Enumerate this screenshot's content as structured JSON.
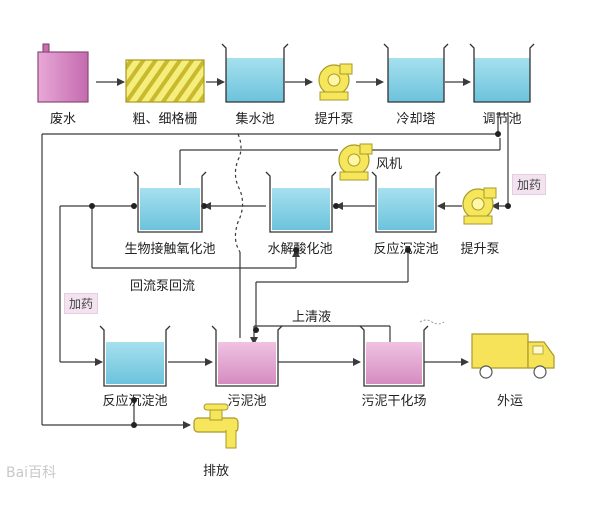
{
  "labels": {
    "waste_water": "废水",
    "screen": "粗、细格栅",
    "collect_tank": "集水池",
    "lift_pump_1": "提升泵",
    "cooling_tower": "冷却塔",
    "regulating_tank": "调节池",
    "blower": "风机",
    "add_chem_1": "加药",
    "bio_contact_tank": "生物接触氧化池",
    "hydrolysis_tank": "水解酸化池",
    "reaction_settle_1": "反应沉淀池",
    "lift_pump_2": "提升泵",
    "return_pump": "回流泵回流",
    "add_chem_2": "加药",
    "supernatant": "上清液",
    "reaction_settle_2": "反应沉淀池",
    "sludge_tank": "污泥池",
    "sludge_dry": "污泥干化场",
    "transport": "外运",
    "discharge": "排放"
  },
  "watermark": "Bai百科",
  "colors": {
    "water_blue": "#8fd4e8",
    "sludge_pink": "#e3a5cf",
    "pump_yellow": "#f6e65c",
    "screen_yellow": "#f3ea63",
    "line": "#3a3a3a",
    "waste_container": "#d982c4",
    "truck_yellow": "#f7e35a"
  }
}
